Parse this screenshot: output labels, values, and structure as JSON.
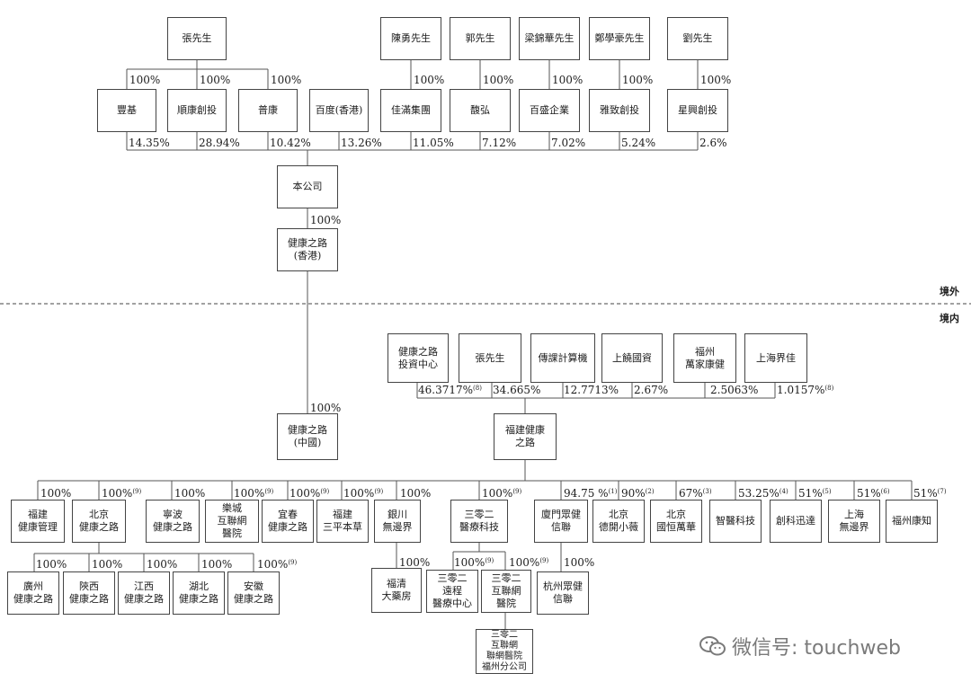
{
  "zones": {
    "overseas": "境外",
    "domestic": "境内"
  },
  "watermark": "微信号: touchweb",
  "top_owners": [
    "張先生",
    "陳勇先生",
    "郭先生",
    "梁錦華先生",
    "鄭學豪先生",
    "劉先生"
  ],
  "shareholders": [
    {
      "name": "豐基",
      "owner_pct": "100%",
      "stake": "14.35%"
    },
    {
      "name": "順康創投",
      "owner_pct": "100%",
      "stake": "28.94%"
    },
    {
      "name": "普康",
      "owner_pct": "100%",
      "stake": "10.42%"
    },
    {
      "name": "百度(香港)",
      "owner_pct": "",
      "stake": "13.26%"
    },
    {
      "name": "佳滿集團",
      "owner_pct": "100%",
      "stake": "11.05%"
    },
    {
      "name": "馥弘",
      "owner_pct": "100%",
      "stake": "7.12%"
    },
    {
      "name": "百盛企業",
      "owner_pct": "100%",
      "stake": "7.02%"
    },
    {
      "name": "雅致創投",
      "owner_pct": "100%",
      "stake": "5.24%"
    },
    {
      "name": "星興創投",
      "owner_pct": "100%",
      "stake": "2.6%"
    }
  ],
  "company": "本公司",
  "hk_sub": {
    "name": "健康之路\n(香港)",
    "pct": "100%"
  },
  "cn_sub": {
    "name": "健康之路\n(中國)",
    "pct": "100%"
  },
  "fujian_holders": [
    {
      "name": "健康之路\n投資中心",
      "pct": "46.3717%",
      "note": "(8)"
    },
    {
      "name": "張先生",
      "pct": "34.665%",
      "note": ""
    },
    {
      "name": "傳課計算機",
      "pct": "12.7713%",
      "note": ""
    },
    {
      "name": "上饒國資",
      "pct": "2.67%",
      "note": ""
    },
    {
      "name": "福州\n萬家康健",
      "pct": "2.5063%",
      "note": ""
    },
    {
      "name": "上海界佳",
      "pct": "1.0157%",
      "note": "(8)"
    }
  ],
  "fujian": "福建健康\n之路",
  "subsidiaries": [
    {
      "name": "福建\n健康管理",
      "pct": "100%",
      "note": ""
    },
    {
      "name": "北京\n健康之路",
      "pct": "100%",
      "note": "(9)"
    },
    {
      "name": "寧波\n健康之路",
      "pct": "100%",
      "note": ""
    },
    {
      "name": "樂城\n互聯網\n醫院",
      "pct": "100%",
      "note": "(9)"
    },
    {
      "name": "宜春\n健康之路",
      "pct": "100%",
      "note": "(9)"
    },
    {
      "name": "福建\n三平本草",
      "pct": "100%",
      "note": "(9)"
    },
    {
      "name": "銀川\n無邊界",
      "pct": "100%",
      "note": ""
    },
    {
      "name": "三零二\n醫療科技",
      "pct": "100%",
      "note": "(9)"
    },
    {
      "name": "廈門眾健\n信聯",
      "pct": "94.75 %",
      "note": "(1)"
    },
    {
      "name": "北京\n德開小薇",
      "pct": "90%",
      "note": "(2)"
    },
    {
      "name": "北京\n國恒萬華",
      "pct": "67%",
      "note": "(3)"
    },
    {
      "name": "智醫科技",
      "pct": "53.25%",
      "note": "(4)"
    },
    {
      "name": "創科迅達",
      "pct": "51%",
      "note": "(5)"
    },
    {
      "name": "上海\n無邊界",
      "pct": "51%",
      "note": "(6)"
    },
    {
      "name": "福州康知",
      "pct": "51%",
      "note": "(7)"
    }
  ],
  "beijing_subs": [
    {
      "name": "廣州\n健康之路",
      "pct": "100%",
      "note": ""
    },
    {
      "name": "陝西\n健康之路",
      "pct": "100%",
      "note": ""
    },
    {
      "name": "江西\n健康之路",
      "pct": "100%",
      "note": ""
    },
    {
      "name": "湖北\n健康之路",
      "pct": "100%",
      "note": ""
    },
    {
      "name": "安徽\n健康之路",
      "pct": "100%",
      "note": "(9)"
    }
  ],
  "yinchuan_sub": {
    "name": "福清\n大藥房",
    "pct": "100%"
  },
  "s302_subs": [
    {
      "name": "三零二\n遠程\n醫療中心",
      "pct": "100%",
      "note": "(9)"
    },
    {
      "name": "三零二\n互聯網\n醫院",
      "pct": "100%",
      "note": "(9)"
    }
  ],
  "s302_hospital_sub": "三零二\n互聯網\n聯網醫院\n福州分公司",
  "xiamen_sub": {
    "name": "杭州眾健\n信聯",
    "pct": "100%"
  }
}
